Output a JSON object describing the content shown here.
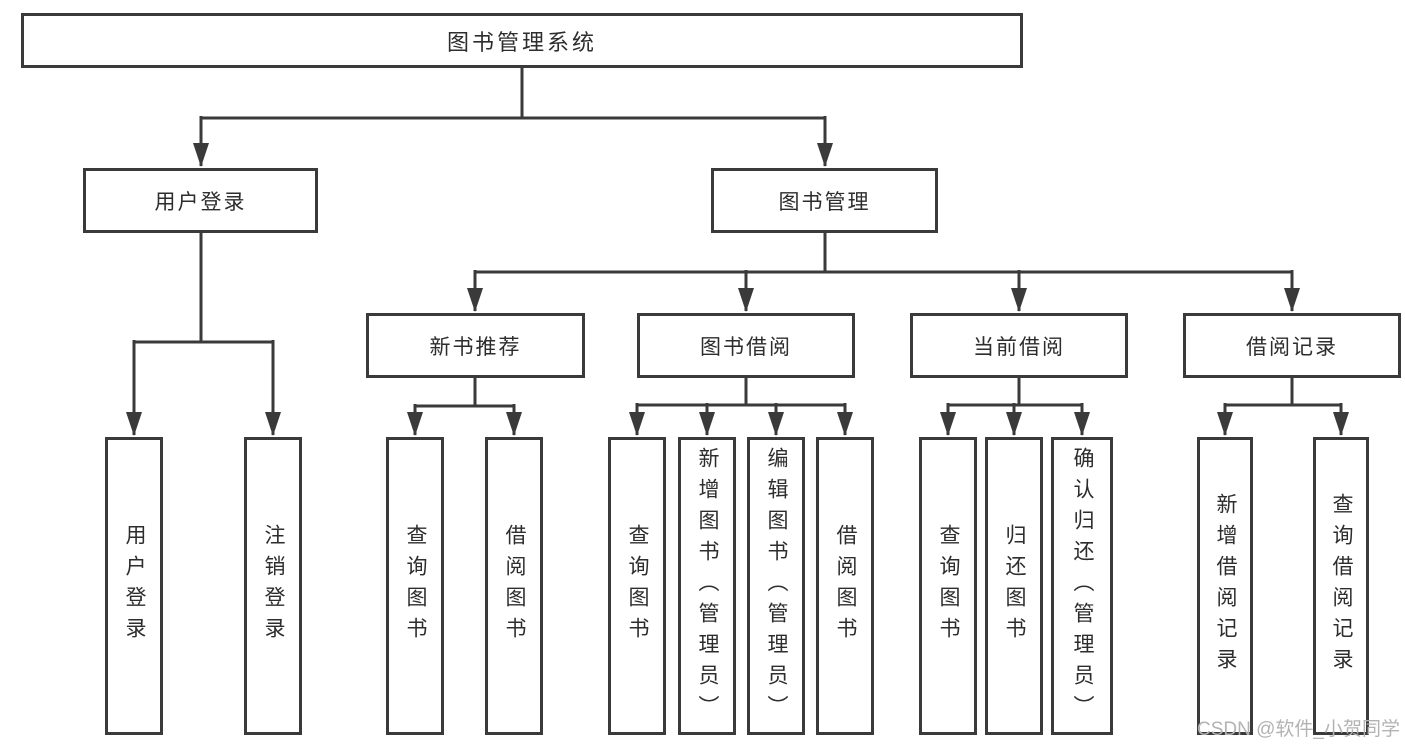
{
  "diagram": {
    "tree": {
      "label": "图书管理系统",
      "children": [
        {
          "label": "用户登录",
          "children": [
            {
              "label": "用户登录"
            },
            {
              "label": "注销登录"
            }
          ]
        },
        {
          "label": "图书管理",
          "children": [
            {
              "label": "新书推荐",
              "children": [
                {
                  "label": "查询图书"
                },
                {
                  "label": "借阅图书"
                }
              ]
            },
            {
              "label": "图书借阅",
              "children": [
                {
                  "label": "查询图书"
                },
                {
                  "label": "新增图书（管理员）"
                },
                {
                  "label": "编辑图书（管理员）"
                },
                {
                  "label": "借阅图书"
                }
              ]
            },
            {
              "label": "当前借阅",
              "children": [
                {
                  "label": "查询图书"
                },
                {
                  "label": "归还图书"
                },
                {
                  "label": "确认归还（管理员）"
                }
              ]
            },
            {
              "label": "借阅记录",
              "children": [
                {
                  "label": "新增借阅记录"
                },
                {
                  "label": "查询借阅记录"
                }
              ]
            }
          ]
        }
      ]
    },
    "colors": {
      "line": "#3a3a3a",
      "box_border": "#3a3a3a",
      "text": "#2d2d2d",
      "background": "#ffffff",
      "watermark_text": "#b3b3b3"
    }
  },
  "watermark": {
    "text": "CSDN @软件_小贺同学"
  }
}
